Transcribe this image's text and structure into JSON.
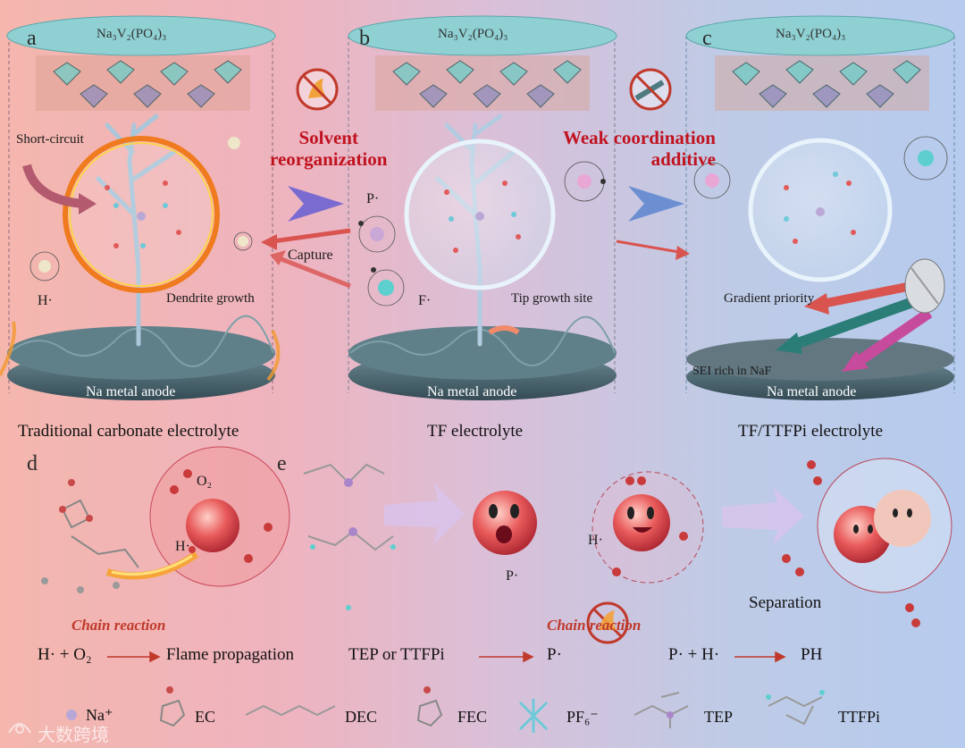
{
  "panels": {
    "a": {
      "letter": "a",
      "cathode": "Na₃V₂(PO₄)₃",
      "anode": "Na metal anode",
      "caption": "Traditional carbonate electrolyte",
      "labels": {
        "short_circuit": "Short-circuit",
        "dendrite": "Dendrite growth",
        "h_radical": "H·"
      }
    },
    "b": {
      "letter": "b",
      "cathode": "Na₃V₂(PO₄)₃",
      "anode": "Na metal anode",
      "caption": "TF electrolyte",
      "labels": {
        "p_radical": "P·",
        "f_radical": "F·",
        "tip_growth": "Tip growth site"
      }
    },
    "c": {
      "letter": "c",
      "cathode": "Na₃V₂(PO₄)₃",
      "anode": "Na metal anode",
      "caption": "TF/TTFPi electrolyte",
      "labels": {
        "gradient": "Gradient priority",
        "sei": "SEI rich in NaF"
      }
    },
    "d": {
      "letter": "d",
      "o2": "O₂",
      "h_radical": "H·"
    },
    "e": {
      "letter": "e",
      "p_radical": "P·",
      "h_radical": "H·",
      "separation": "Separation"
    }
  },
  "arrows": {
    "solvent": "Solvent\nreorganization",
    "weak": "Weak coordination\nadditive",
    "capture": "Capture"
  },
  "reactions": {
    "chain_1": "Chain reaction",
    "chain_2": "Chain reaction",
    "eq1_left": "H· + O₂",
    "eq1_right": "Flame propagation",
    "eq2_left": "TEP or TTFPi",
    "eq2_right": "P·",
    "eq3_left": "P· + H·",
    "eq3_right": "PH"
  },
  "legend": [
    {
      "label": "Na⁺",
      "icon": "na-ion-icon"
    },
    {
      "label": "EC",
      "icon": "ec-molecule-icon"
    },
    {
      "label": "DEC",
      "icon": "dec-molecule-icon"
    },
    {
      "label": "FEC",
      "icon": "fec-molecule-icon"
    },
    {
      "label": "PF₆⁻",
      "icon": "pf6-anion-icon"
    },
    {
      "label": "TEP",
      "icon": "tep-molecule-icon"
    },
    {
      "label": "TTFPi",
      "icon": "ttfpi-molecule-icon"
    }
  ],
  "watermark": "大数跨境",
  "colors": {
    "title_red": "#c1121f",
    "anode": "#4e6d78",
    "cathode_disc": "#8fd0d3",
    "arrow_red": "#d9534f"
  }
}
